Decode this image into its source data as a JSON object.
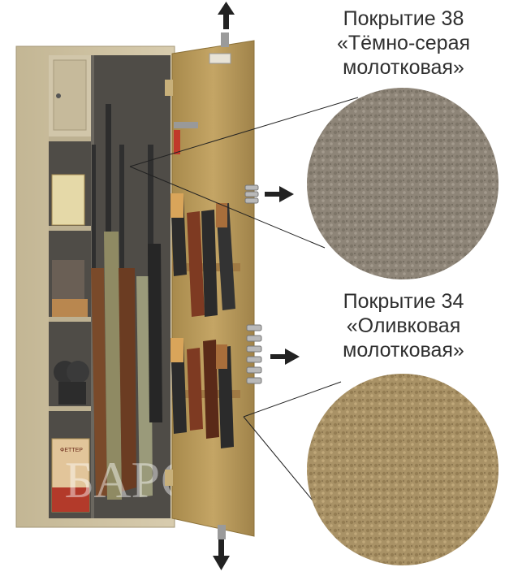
{
  "coatings": [
    {
      "line1": "Покрытие 38",
      "line2": "«Тёмно-серая",
      "line3": "молотковая»",
      "color": "#8e8578"
    },
    {
      "line1": "Покрытие 34",
      "line2": "«Оливковая",
      "line3": "молотковая»",
      "color": "#a99266"
    }
  ],
  "watermark": "БАРС",
  "ammo_box_label": "ФЕТТЕР",
  "colors": {
    "safe_body": "#cfc2a2",
    "safe_door": "#b99a58",
    "interior": "#4f4c47",
    "arrow": "#222222"
  },
  "icons": [
    "arrow-up-icon",
    "arrow-down-icon",
    "arrow-right-icon"
  ]
}
